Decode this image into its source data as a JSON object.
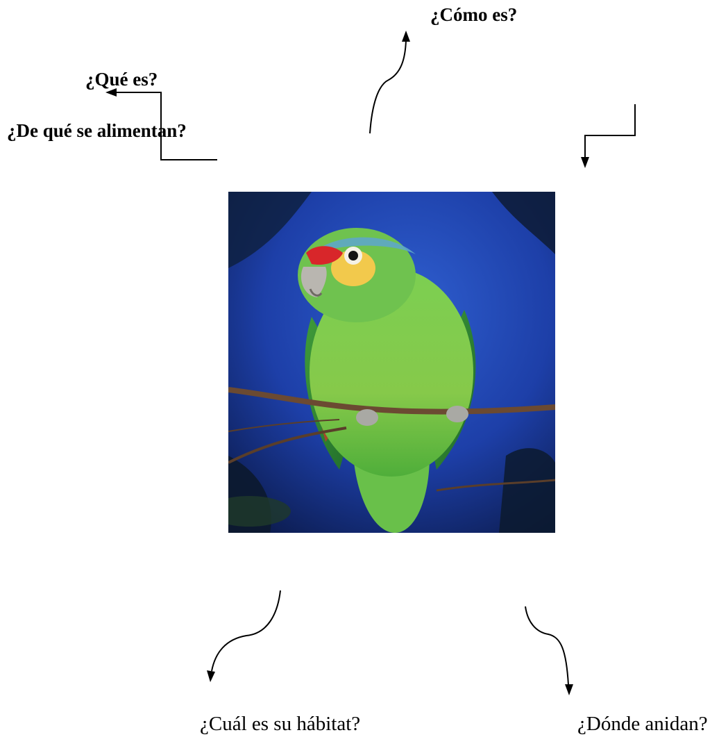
{
  "diagram": {
    "center_image": "parrot-photo",
    "questions": {
      "como_es": "¿Cómo es?",
      "que_es": "¿Qué es?",
      "de_que_se_alimentan": "¿De qué se alimentan?",
      "cual_es_su_habitat": "¿Cuál es su hábitat?",
      "donde_anidan": "¿Dónde anidan?"
    }
  },
  "colors": {
    "text": "#000000",
    "background": "#ffffff",
    "sky": "#1d3fa8",
    "parrot_green": "#7fc24a",
    "parrot_red": "#d8262a",
    "parrot_yellow": "#f2c94c",
    "branch": "#6b4a32"
  }
}
